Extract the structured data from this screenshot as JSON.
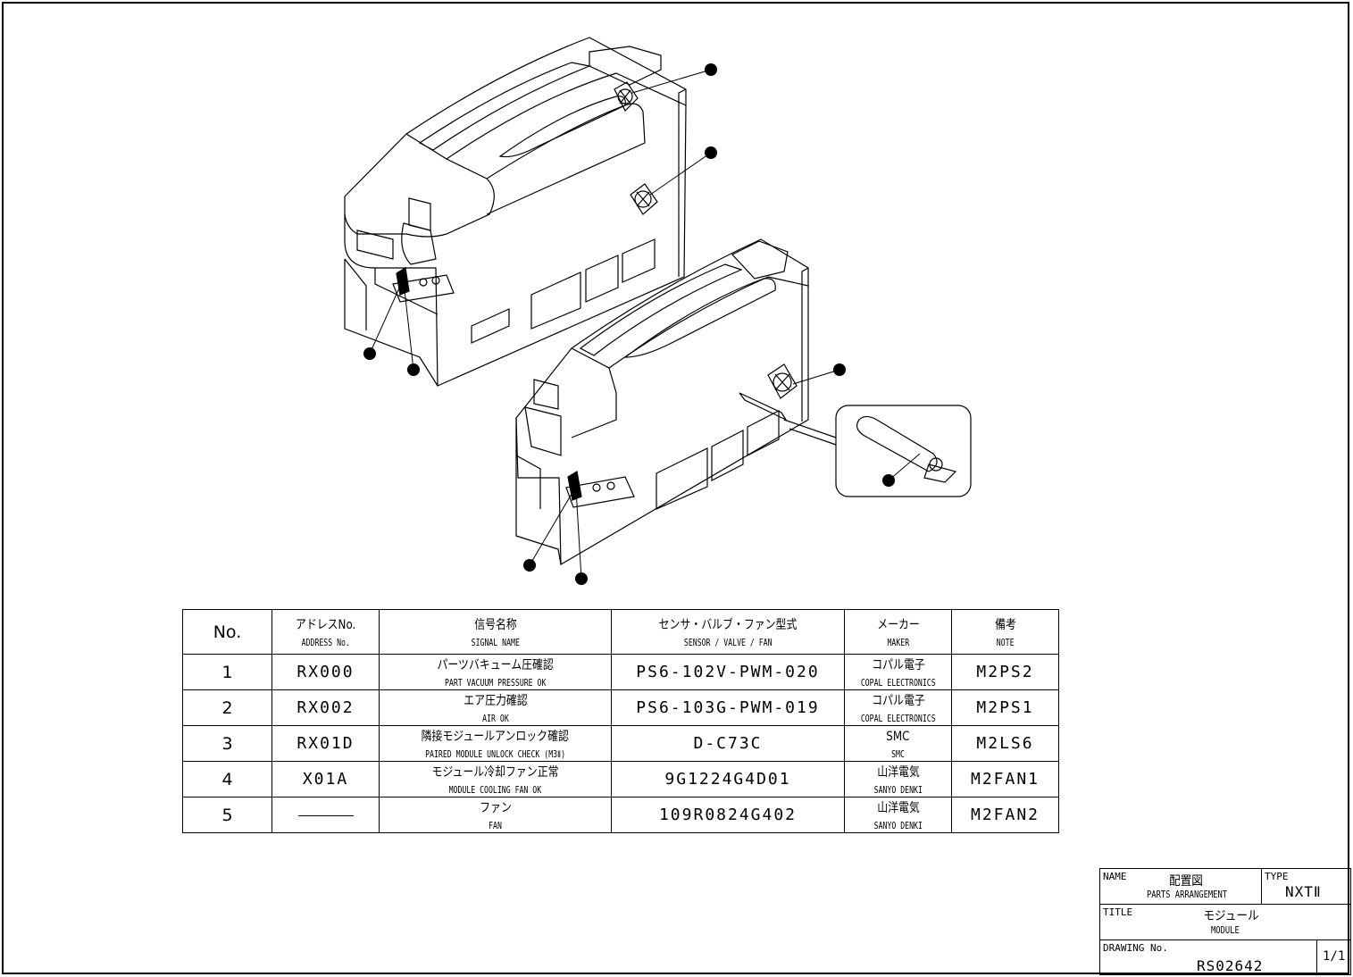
{
  "table": {
    "headers": {
      "no": "No.",
      "address_jp": "アドレスNo.",
      "address_en": "ADDRESS No.",
      "signal_jp": "信号名称",
      "signal_en": "SIGNAL NAME",
      "sensor_jp": "センサ・バルブ・ファン型式",
      "sensor_en": "SENSOR / VALVE / FAN",
      "maker_jp": "メーカー",
      "maker_en": "MAKER",
      "note_jp": "備考",
      "note_en": "NOTE"
    },
    "rows": [
      {
        "no": "1",
        "address": "RX000",
        "signal_jp": "パーツバキューム圧確認",
        "signal_en": "PART VACUUM PRESSURE OK",
        "model": "PS6-102V-PWM-020",
        "maker_jp": "コパル電子",
        "maker_en": "COPAL ELECTRONICS",
        "note": "M2PS2"
      },
      {
        "no": "2",
        "address": "RX002",
        "signal_jp": "エア圧力確認",
        "signal_en": "AIR OK",
        "model": "PS6-103G-PWM-019",
        "maker_jp": "コパル電子",
        "maker_en": "COPAL ELECTRONICS",
        "note": "M2PS1"
      },
      {
        "no": "3",
        "address": "RX01D",
        "signal_jp": "隣接モジュールアンロック確認",
        "signal_en": "PAIRED MODULE UNLOCK CHECK (M3Ⅱ)",
        "model": "D-C73C",
        "maker_jp": "SMC",
        "maker_en": "SMC",
        "note": "M2LS6"
      },
      {
        "no": "4",
        "address": "X01A",
        "signal_jp": "モジュール冷却ファン正常",
        "signal_en": "MODULE COOLING FAN OK",
        "model": "9G1224G4D01",
        "maker_jp": "山洋電気",
        "maker_en": "SANYO DENKI",
        "note": "M2FAN1"
      },
      {
        "no": "5",
        "address": "",
        "signal_jp": "ファン",
        "signal_en": "FAN",
        "model": "109R0824G402",
        "maker_jp": "山洋電気",
        "maker_en": "SANYO DENKI",
        "note": "M2FAN2"
      }
    ]
  },
  "titleblock": {
    "name_label": "NAME",
    "name_jp": "配置図",
    "name_en": "PARTS ARRANGEMENT",
    "type_label": "TYPE",
    "type_value": "NXTⅡ",
    "title_label": "TITLE",
    "title_jp": "モジュール",
    "title_en": "MODULE",
    "drawing_label": "DRAWING No.",
    "drawing_no": "RS02642",
    "sheet": "1/1"
  }
}
